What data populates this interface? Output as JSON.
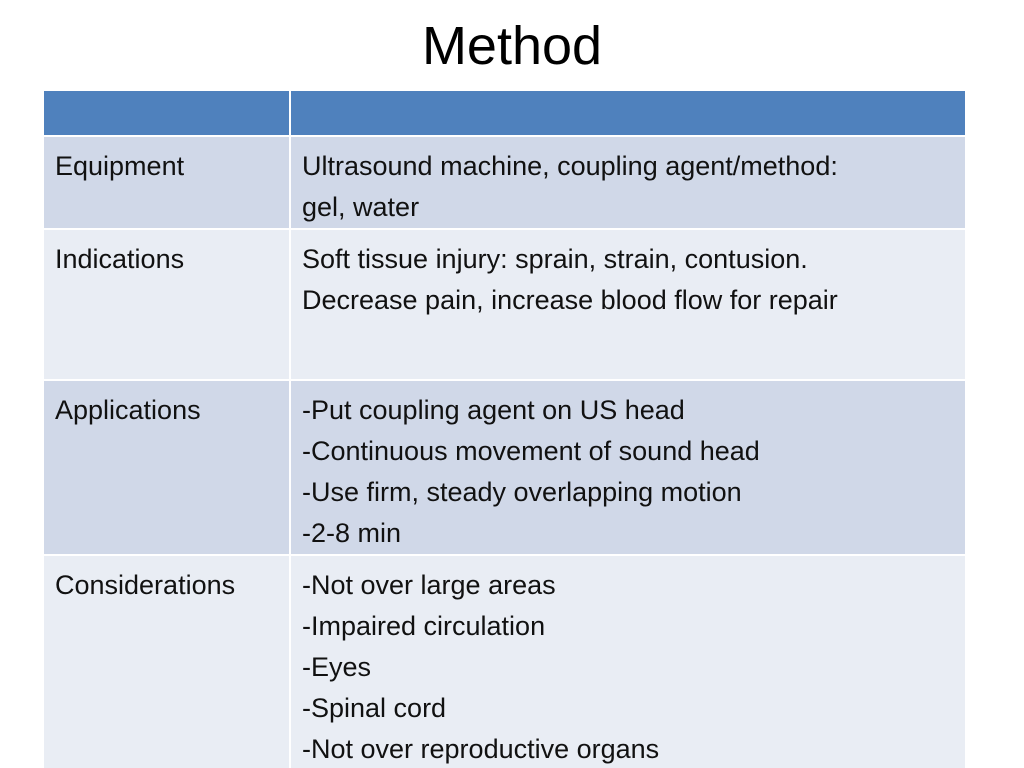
{
  "slide": {
    "title": "Method",
    "colors": {
      "header": "#4f81bd",
      "band_dark": "#d0d8e8",
      "band_light": "#e9edf4"
    }
  },
  "table": {
    "header": [
      "",
      ""
    ],
    "rows": [
      {
        "label": "Equipment",
        "lines": [
          "Ultrasound machine, coupling agent/method:",
          "gel, water"
        ]
      },
      {
        "label": "Indications",
        "lines": [
          "Soft tissue injury: sprain, strain, contusion.",
          "Decrease pain, increase blood flow for repair"
        ]
      },
      {
        "label": "Applications",
        "lines": [
          "-Put coupling agent on US head",
          "-Continuous movement of sound head",
          "-Use firm, steady overlapping motion",
          "-2-8 min"
        ]
      },
      {
        "label": "Considerations",
        "lines": [
          "-Not over large areas",
          "-Impaired circulation",
          "-Eyes",
          "-Spinal cord",
          "-Not over reproductive organs"
        ]
      }
    ]
  }
}
